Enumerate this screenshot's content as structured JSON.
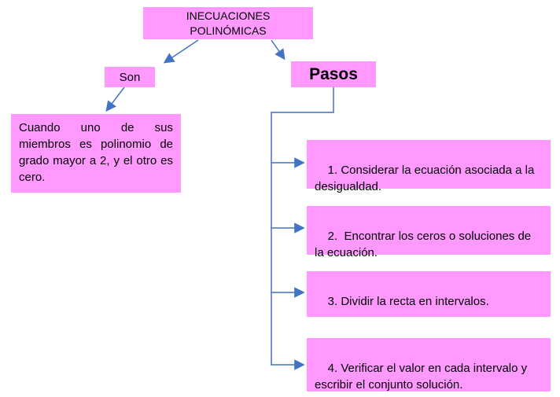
{
  "diagram": {
    "title": "INECUACIONES POLINÓMICAS",
    "son_label": "Son",
    "pasos_label": "Pasos",
    "definition": "Cuando uno de sus miembros es polinomio de grado mayor a 2, y el otro es cero.",
    "steps": [
      "1. Considerar la ecuación asociada a la desigualdad.",
      "2.  Encontrar los ceros o soluciones de la ecuación.",
      "3. Dividir la recta en intervalos.",
      "4. Verificar el valor en cada intervalo y escribir el conjunto solución."
    ],
    "colors": {
      "box_fill": "#FF99FF",
      "connector": "#4472C4"
    }
  }
}
